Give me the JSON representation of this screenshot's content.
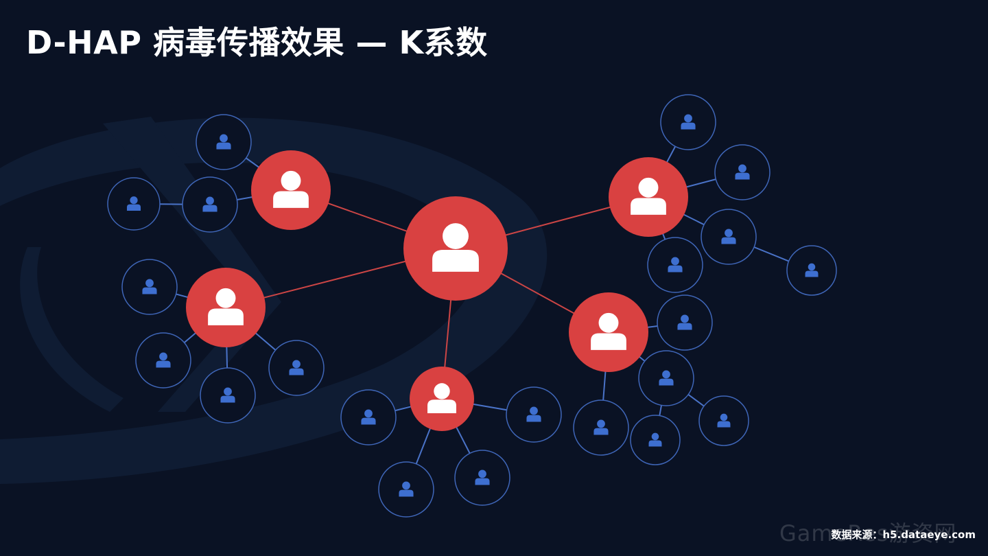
{
  "title": "D-HAP 病毒传播效果 — K系数",
  "source": "数据来源：h5.dataeye.com",
  "watermark": "GameRes游资网",
  "colors": {
    "background": "#0a1224",
    "center_node": "#d94141",
    "hub_node": "#d94141",
    "leaf_node_ring": "#3f66b8",
    "leaf_icon": "#3e6fd0",
    "hub_link": "#cc4545",
    "leaf_link": "#4a73c8"
  },
  "diagram": {
    "type": "viral-spread-network",
    "center": {
      "id": "center",
      "icon": "person-icon"
    },
    "hubs": [
      {
        "id": "hub-top-left",
        "icon": "person-icon",
        "children": 3
      },
      {
        "id": "hub-left",
        "icon": "person-icon",
        "children": 4
      },
      {
        "id": "hub-bottom",
        "icon": "person-icon",
        "children": 4
      },
      {
        "id": "hub-bottom-right",
        "icon": "person-icon",
        "children": 5
      },
      {
        "id": "hub-top-right",
        "icon": "person-icon",
        "children": 4
      }
    ],
    "extra_links": [
      {
        "from": "leaf-tr-3",
        "to": "leaf-tr-5"
      }
    ]
  }
}
